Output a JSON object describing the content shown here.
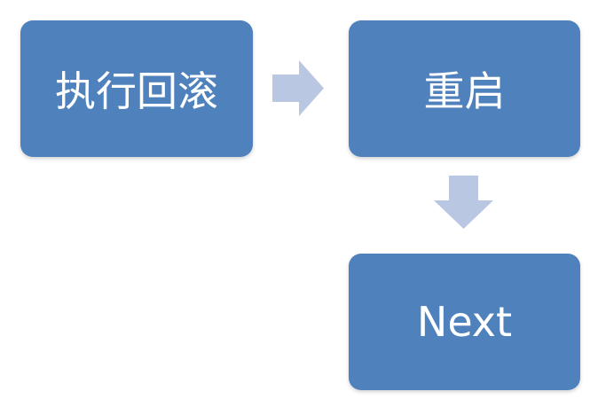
{
  "steps": {
    "rollback": {
      "label": "执行回滚"
    },
    "restart": {
      "label": "重启"
    },
    "next": {
      "label": "Next"
    }
  },
  "colors": {
    "box_fill": "#4f81bd",
    "arrow_fill": "#b9c7e2",
    "text": "#ffffff"
  }
}
